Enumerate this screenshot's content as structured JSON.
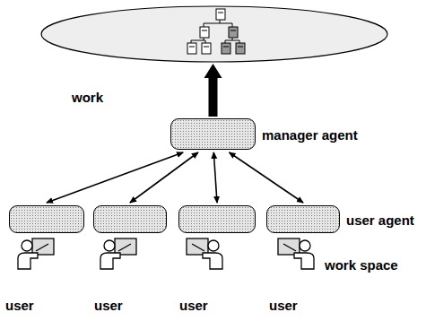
{
  "diagram": {
    "nodes": [
      {
        "text": []
      },
      {
        "text": [
          "manager agent"
        ]
      },
      {
        "text": []
      },
      {
        "text": []
      },
      {
        "text": []
      },
      {
        "text": [
          "user agent"
        ]
      }
    ],
    "edges": [
      {
        "from": 1,
        "to": 0,
        "arrow": "to",
        "label": "work"
      },
      {
        "from": 1,
        "to": 2,
        "arrow": "both"
      },
      {
        "from": 1,
        "to": 3,
        "arrow": "both"
      },
      {
        "from": 1,
        "to": 4,
        "arrow": "both"
      },
      {
        "from": 1,
        "to": 5,
        "arrow": "both"
      }
    ],
    "labels": [
      "user",
      "user",
      "user",
      "user",
      "work space"
    ]
  }
}
